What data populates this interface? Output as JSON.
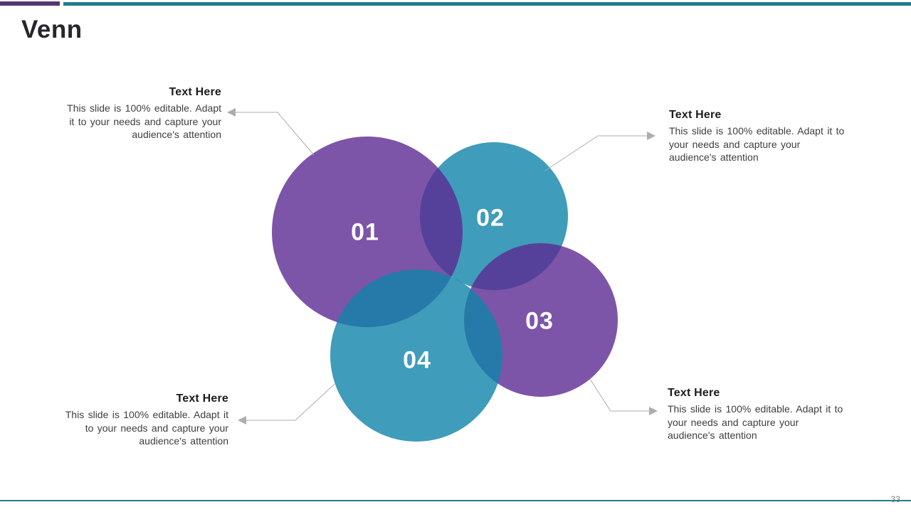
{
  "slide": {
    "title": "Venn",
    "page_number": "33"
  },
  "colors": {
    "accent_purple": "#5B2A92",
    "accent_teal": "#0F83A9",
    "bar_purple": "#563672",
    "bar_teal": "#27798C",
    "connector_gray": "#ADADAD"
  },
  "venn": {
    "circles": [
      {
        "label": "01"
      },
      {
        "label": "02"
      },
      {
        "label": "03"
      },
      {
        "label": "04"
      }
    ]
  },
  "annotations": {
    "top_left": {
      "heading": "Text Here",
      "body": "This slide is 100% editable. Adapt\nit to your needs and capture your\naudience's attention"
    },
    "top_right": {
      "heading": "Text Here",
      "body": "This slide is 100% editable. Adapt it to\nyour needs and capture your\naudience's attention"
    },
    "bottom_left": {
      "heading": "Text Here",
      "body": "This slide is 100% editable. Adapt it\nto your needs and capture your\naudience's attention"
    },
    "bottom_right": {
      "heading": "Text Here",
      "body": "This slide is 100% editable. Adapt it to\nyour needs and capture your\naudience's attention"
    }
  }
}
